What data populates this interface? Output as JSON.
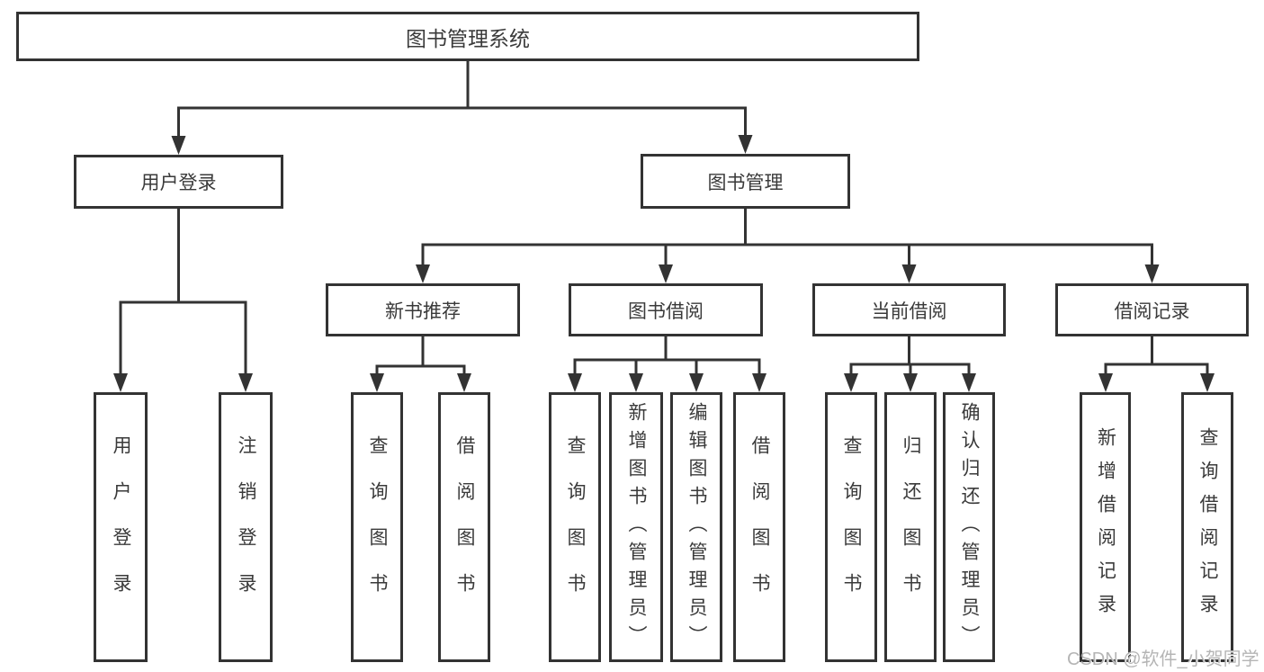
{
  "colors": {
    "line": "#333333",
    "text": "#3a3a3a",
    "watermark": "#b5b5b5"
  },
  "diagram": {
    "title": "图书管理系统",
    "level2": {
      "user_login": "用户登录",
      "book_mgmt": "图书管理"
    },
    "level3": {
      "new_books": "新书推荐",
      "book_borrow": "图书借阅",
      "current_borrow": "当前借阅",
      "borrow_records": "借阅记录"
    },
    "leaves": {
      "user_login": [
        "用户登录",
        "注销登录"
      ],
      "new_books": [
        "查询图书",
        "借阅图书"
      ],
      "book_borrow": [
        "查询图书",
        "新增图书（管理员）",
        "编辑图书（管理员）",
        "借阅图书"
      ],
      "current_borrow": [
        "查询图书",
        "归还图书",
        "确认归还（管理员）"
      ],
      "borrow_records": [
        "新增借阅记录",
        "查询借阅记录"
      ]
    }
  },
  "watermark": {
    "text": "CSDN @软件_小贺同学"
  }
}
